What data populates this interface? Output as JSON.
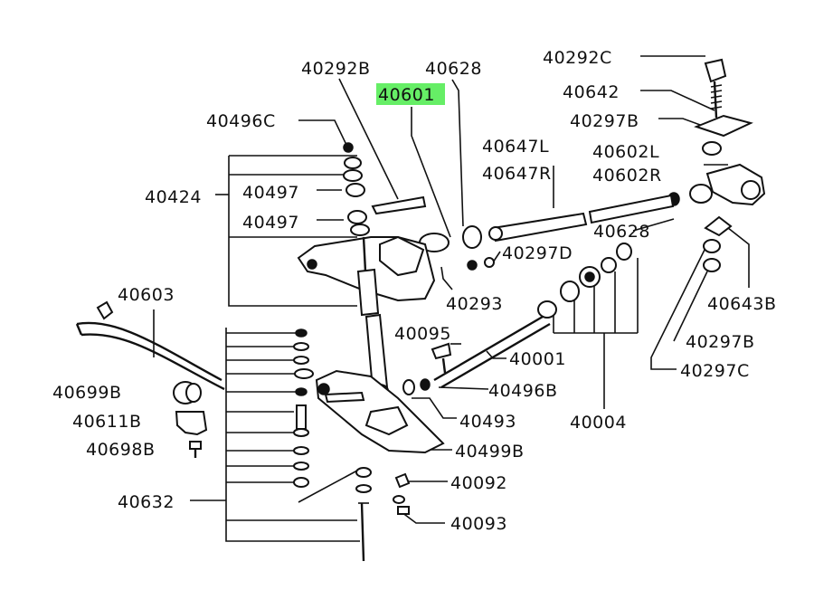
{
  "diagram": {
    "highlight_color": "#66ee66",
    "ink_color": "#111111",
    "labels": {
      "l40292B": "40292B",
      "l40628a": "40628",
      "l40292C": "40292C",
      "l40601": "40601",
      "l40642": "40642",
      "l40496C": "40496C",
      "l40297Ba": "40297B",
      "l40647L": "40647L",
      "l40602L": "40602L",
      "l40647R": "40647R",
      "l40602R": "40602R",
      "l40424": "40424",
      "l40497a": "40497",
      "l40497b": "40497",
      "l40628b": "40628",
      "l40297D": "40297D",
      "l40643B": "40643B",
      "l40603": "40603",
      "l40293": "40293",
      "l40095": "40095",
      "l40297Bb": "40297B",
      "l40001": "40001",
      "l40297C": "40297C",
      "l40699B": "40699B",
      "l40496B": "40496B",
      "l40611B": "40611B",
      "l40493": "40493",
      "l40004": "40004",
      "l40698B": "40698B",
      "l40499B": "40499B",
      "l40092": "40092",
      "l40632": "40632",
      "l40093": "40093"
    }
  }
}
